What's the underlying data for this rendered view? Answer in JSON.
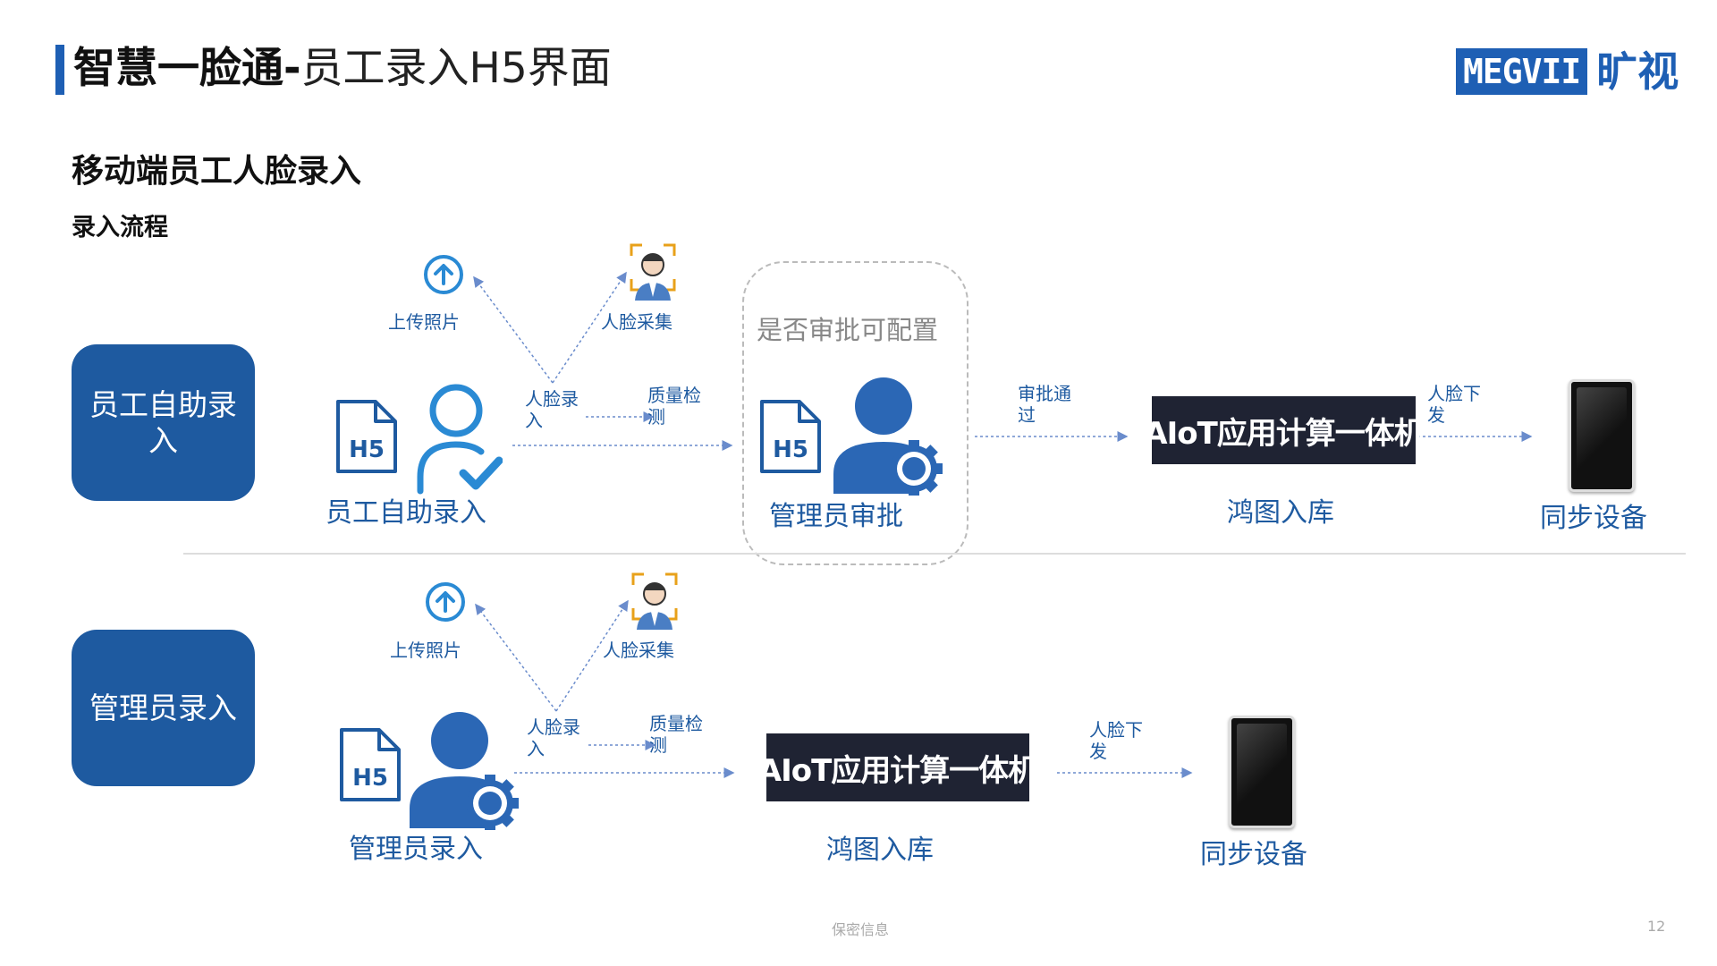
{
  "header": {
    "title_bold": "智慧一脸通",
    "title_sep": "-",
    "title_light": "员工录入H5界面",
    "logo_text": "MEGVII",
    "logo_cn": "旷视"
  },
  "section_title": "移动端员工人脸录入",
  "subsection_title": "录入流程",
  "flow_self": {
    "role": "员工自助录入",
    "upload": "上传照片",
    "capture": "人脸采集",
    "face_entry": "人脸录入",
    "quality": "质量检测",
    "h5_badge": "H5",
    "user_label": "员工自助录入",
    "approval_config": "是否审批可配置",
    "admin_h5": "H5",
    "admin_label": "管理员审批",
    "approved": "审批通过",
    "aiot": "AIoT应用计算一体机",
    "storage": "鸿图入库",
    "issue": "人脸下发",
    "sync": "同步设备"
  },
  "flow_admin": {
    "role": "管理员录入",
    "upload": "上传照片",
    "capture": "人脸采集",
    "face_entry": "人脸录入",
    "quality": "质量检测",
    "h5_badge": "H5",
    "admin_label": "管理员录入",
    "aiot": "AIoT应用计算一体机",
    "storage": "鸿图入库",
    "issue": "人脸下发",
    "sync": "同步设备"
  },
  "footer": {
    "confidential": "保密信息",
    "page_number": "12"
  },
  "colors": {
    "accent": "#1e5fb4",
    "role_box": "#1e5aa0",
    "aiot_bg": "#1f2333"
  },
  "icons": [
    "upload-icon",
    "face-capture-icon",
    "h5-file-icon",
    "user-check-icon",
    "admin-gear-icon",
    "device-icon"
  ]
}
